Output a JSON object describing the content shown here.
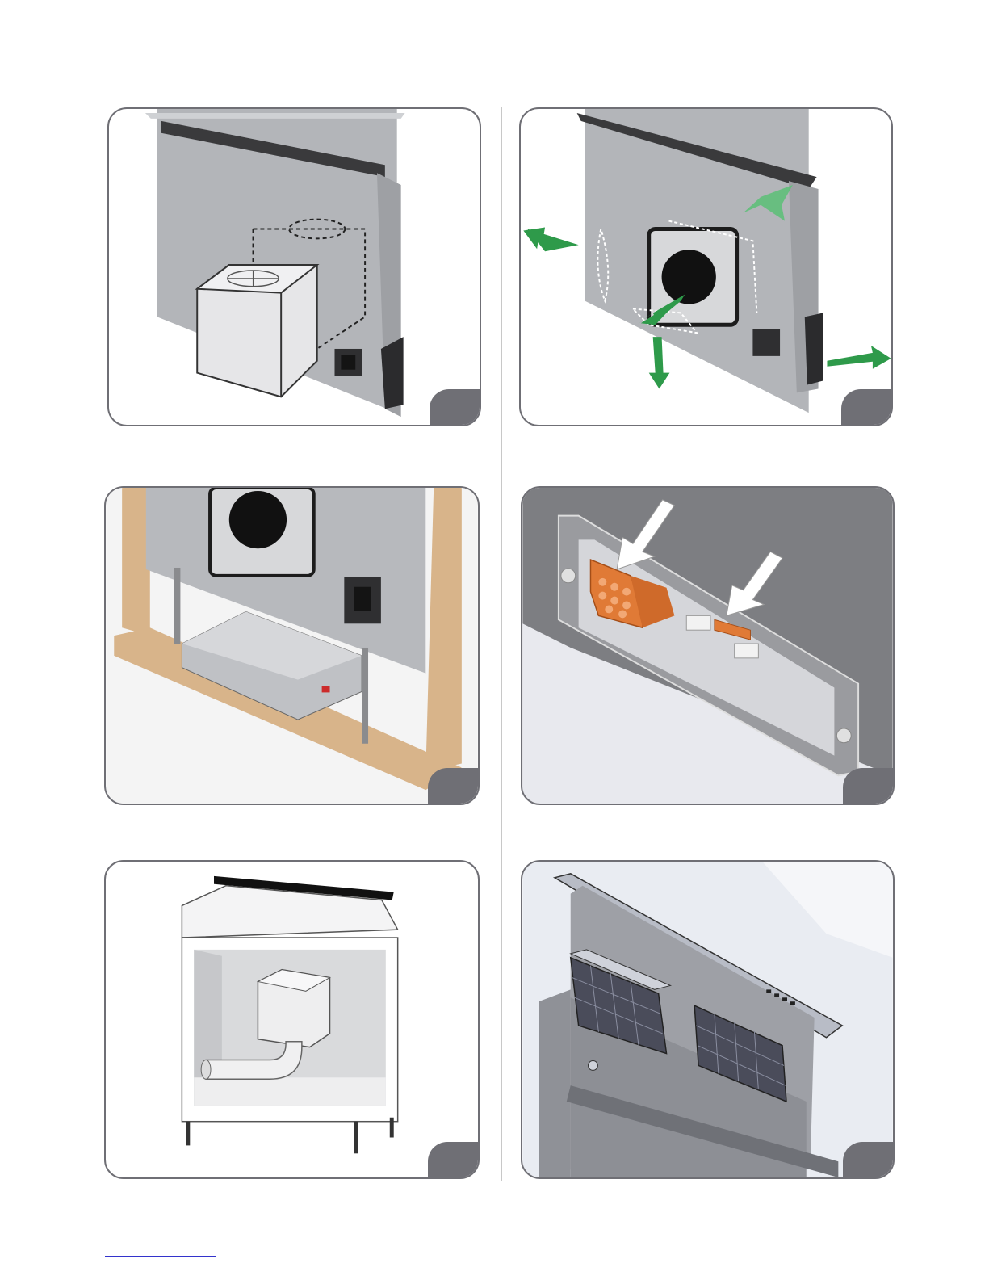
{
  "figures": [
    {
      "id": "fig-1",
      "badge": ""
    },
    {
      "id": "fig-2",
      "badge": ""
    },
    {
      "id": "fig-3",
      "badge": ""
    },
    {
      "id": "fig-4",
      "badge": ""
    },
    {
      "id": "fig-5",
      "badge": ""
    },
    {
      "id": "fig-6",
      "badge": ""
    }
  ],
  "colors": {
    "panel_border": "#6f6f75",
    "metal": "#b7b9bd",
    "arrow_green": "#2e9a4a",
    "connector_orange": "#e07a36",
    "wood": "#d8b48a"
  }
}
